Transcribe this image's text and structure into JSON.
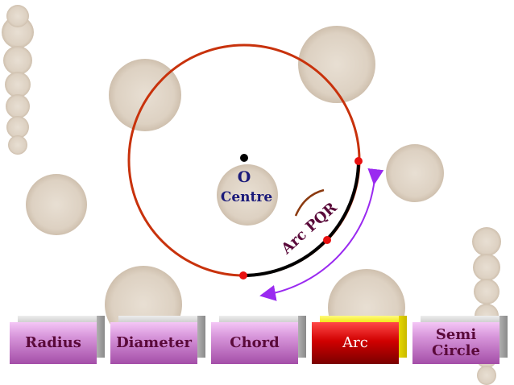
{
  "labels": {
    "centre_point": "O",
    "centre_text": "Centre",
    "arc_label": "Arc PQR"
  },
  "tabs": [
    {
      "label": "Radius"
    },
    {
      "label": "Diameter"
    },
    {
      "label": "Chord"
    },
    {
      "label": "Arc",
      "active": true
    },
    {
      "label": "Semi\nCircle"
    }
  ],
  "colors": {
    "circle": "#c8320c",
    "arc": "#000000",
    "point": "#e81010",
    "centre_text": "#1a1a7a",
    "arc_text": "#5a0a3a",
    "arrow": "#9a2af0",
    "small_arc": "#8b3a10",
    "dot": "#000000"
  }
}
